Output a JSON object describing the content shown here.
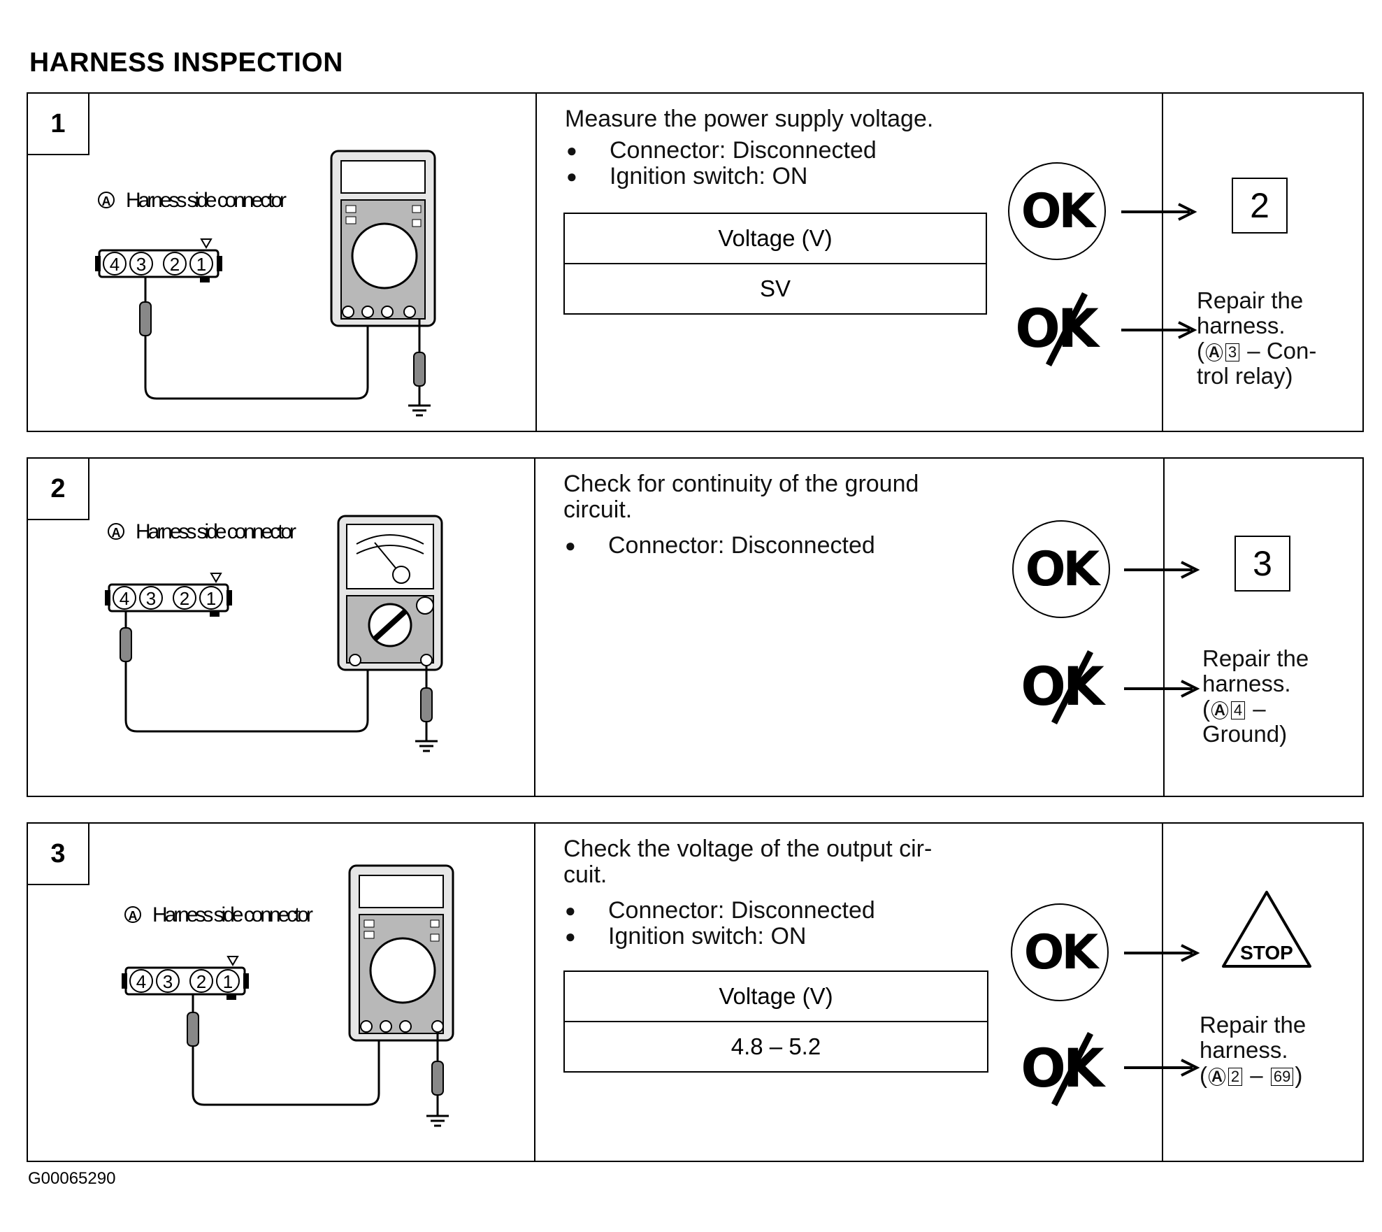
{
  "title": "HARNESS INSPECTION",
  "figure_code": "G00065290",
  "labels": {
    "harness_side_connector": "Harness side connector",
    "connector_mark": "A",
    "pins": [
      "4",
      "3",
      "2",
      "1"
    ],
    "ok": "OK",
    "stop": "STOP"
  },
  "steps": [
    {
      "number": "1",
      "instruction": "Measure the power supply voltage.",
      "conditions": [
        "Connector: Disconnected",
        "Ignition switch: ON"
      ],
      "table": {
        "header": "Voltage (V)",
        "value": "SV"
      },
      "ok_next": "2",
      "repair": {
        "line1": "Repair the harness.",
        "open": "(",
        "mark": "A",
        "terminal": "3",
        "rest": " – Con-trol relay)"
      }
    },
    {
      "number": "2",
      "instruction": "Check for continuity of the ground circuit.",
      "conditions": [
        "Connector: Disconnected"
      ],
      "ok_next": "3",
      "repair": {
        "line1": "Repair the harness.",
        "open": "(",
        "mark": "A",
        "terminal": "4",
        "rest": " – Ground)"
      }
    },
    {
      "number": "3",
      "instruction": "Check the voltage of the output cir-cuit.",
      "conditions": [
        "Connector: Disconnected",
        "Ignition switch: ON"
      ],
      "table": {
        "header": "Voltage (V)",
        "value": "4.8 – 5.2"
      },
      "repair": {
        "line1": "Repair the harness.",
        "open": "(",
        "mark": "A",
        "terminal": "2",
        "rest": " – ",
        "terminal2": "69",
        "close": ")"
      }
    }
  ]
}
